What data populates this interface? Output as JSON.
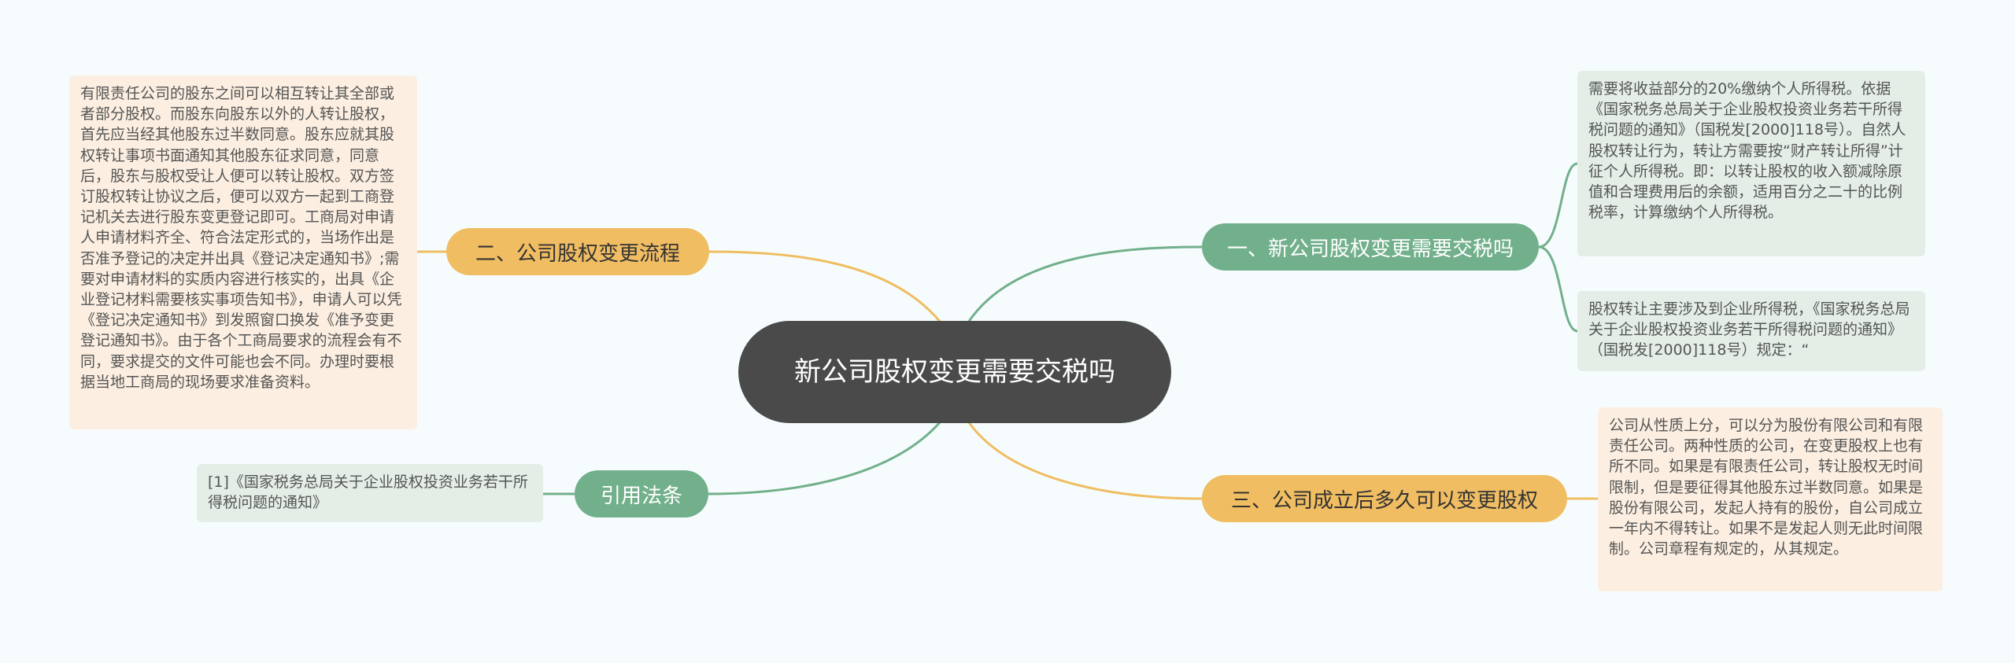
{
  "root": {
    "title": "新公司股权变更需要交税吗"
  },
  "branches": {
    "b1": {
      "label": "一、新公司股权变更需要交税吗"
    },
    "b2": {
      "label": "二、公司股权变更流程"
    },
    "b3": {
      "label": "三、公司成立后多久可以变更股权"
    },
    "b4": {
      "label": "引用法条"
    }
  },
  "leaves": {
    "tax_20_percent": "需要将收益部分的20%缴纳个人所得税。依据《国家税务总局关于企业股权投资业务若干所得税问题的通知》（国税发[2000]118号）。自然人股权转让行为，转让方需要按“财产转让所得”计征个人所得税。即：以转让股权的收入额减除原值和合理费用后的余额，适用百分之二十的比例税率，计算缴纳个人所得税。",
    "enterprise_income_tax": "股权转让主要涉及到企业所得税，《国家税务总局关于企业股权投资业务若干所得税问题的通知》（国税发[2000]118号）规定：“",
    "company_types": "公司从性质上分，可以分为股份有限公司和有限责任公司。两种性质的公司，在变更股权上也有所不同。如果是有限责任公司，转让股权无时间限制，但是要征得其他股东过半数同意。如果是股份有限公司，发起人持有的股份，自公司成立一年内不得转让。如果不是发起人则无此时间限制。公司章程有规定的，从其规定。",
    "change_process": "有限责任公司的股东之间可以相互转让其全部或者部分股权。而股东向股东以外的人转让股权，首先应当经其他股东过半数同意。股东应就其股权转让事项书面通知其他股东征求同意，同意后，股东与股权受让人便可以转让股权。双方签订股权转让协议之后，便可以双方一起到工商登记机关去进行股东变更登记即可。工商局对申请人申请材料齐全、符合法定形式的，当场作出是否准予登记的决定并出具《登记决定通知书》;需要对申请材料的实质内容进行核实的，出具《企业登记材料需要核实事项告知书》，申请人可以凭《登记决定通知书》到发照窗口换发《准予变更登记通知书》。由于各个工商局要求的流程会有不同，要求提交的文件可能也会不同。办理时要根据当地工商局的现场要求准备资料。",
    "citation": "[1]《国家税务总局关于企业股权投资业务若干所得税问题的通知》"
  },
  "colors": {
    "background": "#f6fcfd",
    "root": "#4a4a4a",
    "green": "#72b08c",
    "orange": "#f0bd62",
    "leaf_green": "#e4eee7",
    "leaf_orange": "#fcefe1"
  }
}
